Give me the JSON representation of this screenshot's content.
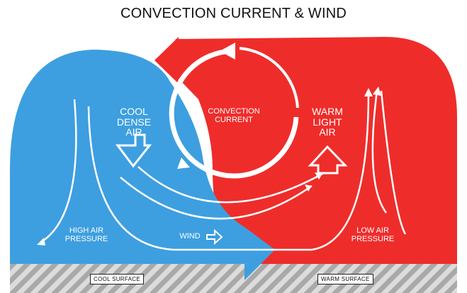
{
  "title": "CONVECTION CURRENT & WIND",
  "labels": {
    "cool_dense_air": [
      "COOL",
      "DENSE",
      "AIR"
    ],
    "convection_current": [
      "CONVECTION",
      "CURRENT"
    ],
    "warm_light_air": [
      "WARM",
      "LIGHT",
      "AIR"
    ],
    "high_air_pressure": [
      "HIGH AIR",
      "PRESSURE"
    ],
    "low_air_pressure": [
      "LOW AIR",
      "PRESSURE"
    ],
    "wind": "WIND",
    "cool_surface": "COOL SURFACE",
    "warm_surface": "WARM SURFACE"
  },
  "colors": {
    "cool_air": "#3d9fe0",
    "warm_air": "#ee2d2b",
    "ground": "#a8a8a8",
    "arrows": "#ffffff"
  },
  "icons": [
    "down-arrow-icon",
    "up-arrow-icon",
    "wind-arrow-icon",
    "circular-arrow-icon"
  ]
}
